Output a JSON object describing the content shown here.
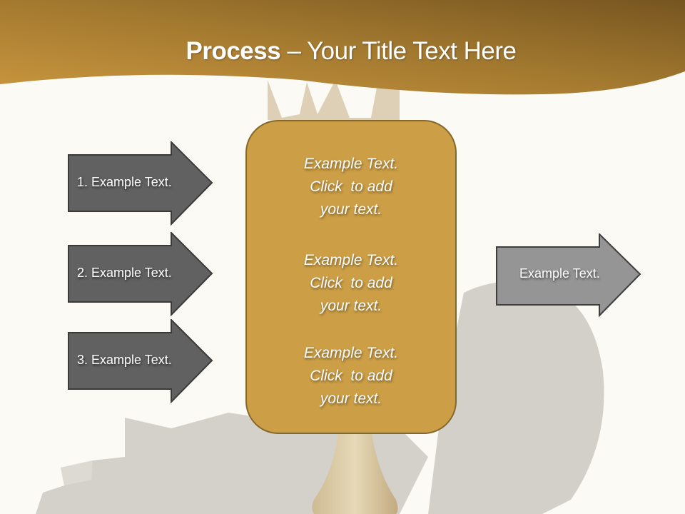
{
  "slide": {
    "title_bold": "Process",
    "title_rest": " – Your Title Text Here",
    "colors": {
      "header_dark": "#7a5a22",
      "header_light": "#c9963e",
      "background": "#fbfaf5",
      "arrow_dark": "#616161",
      "arrow_light": "#959595",
      "box_fill": "#cc9e46",
      "box_border": "#84672a"
    }
  },
  "left_arrows": [
    {
      "label": "1. Example Text."
    },
    {
      "label": "2. Example Text."
    },
    {
      "label": "3. Example Text."
    }
  ],
  "center_box": {
    "blocks": [
      {
        "line1": "Example Text.",
        "line2": "Click  to add",
        "line3": "your text."
      },
      {
        "line1": "Example Text.",
        "line2": "Click  to add",
        "line3": "your text."
      },
      {
        "line1": "Example Text.",
        "line2": "Click  to add",
        "line3": "your text."
      }
    ]
  },
  "right_arrow": {
    "label": "Example Text."
  }
}
